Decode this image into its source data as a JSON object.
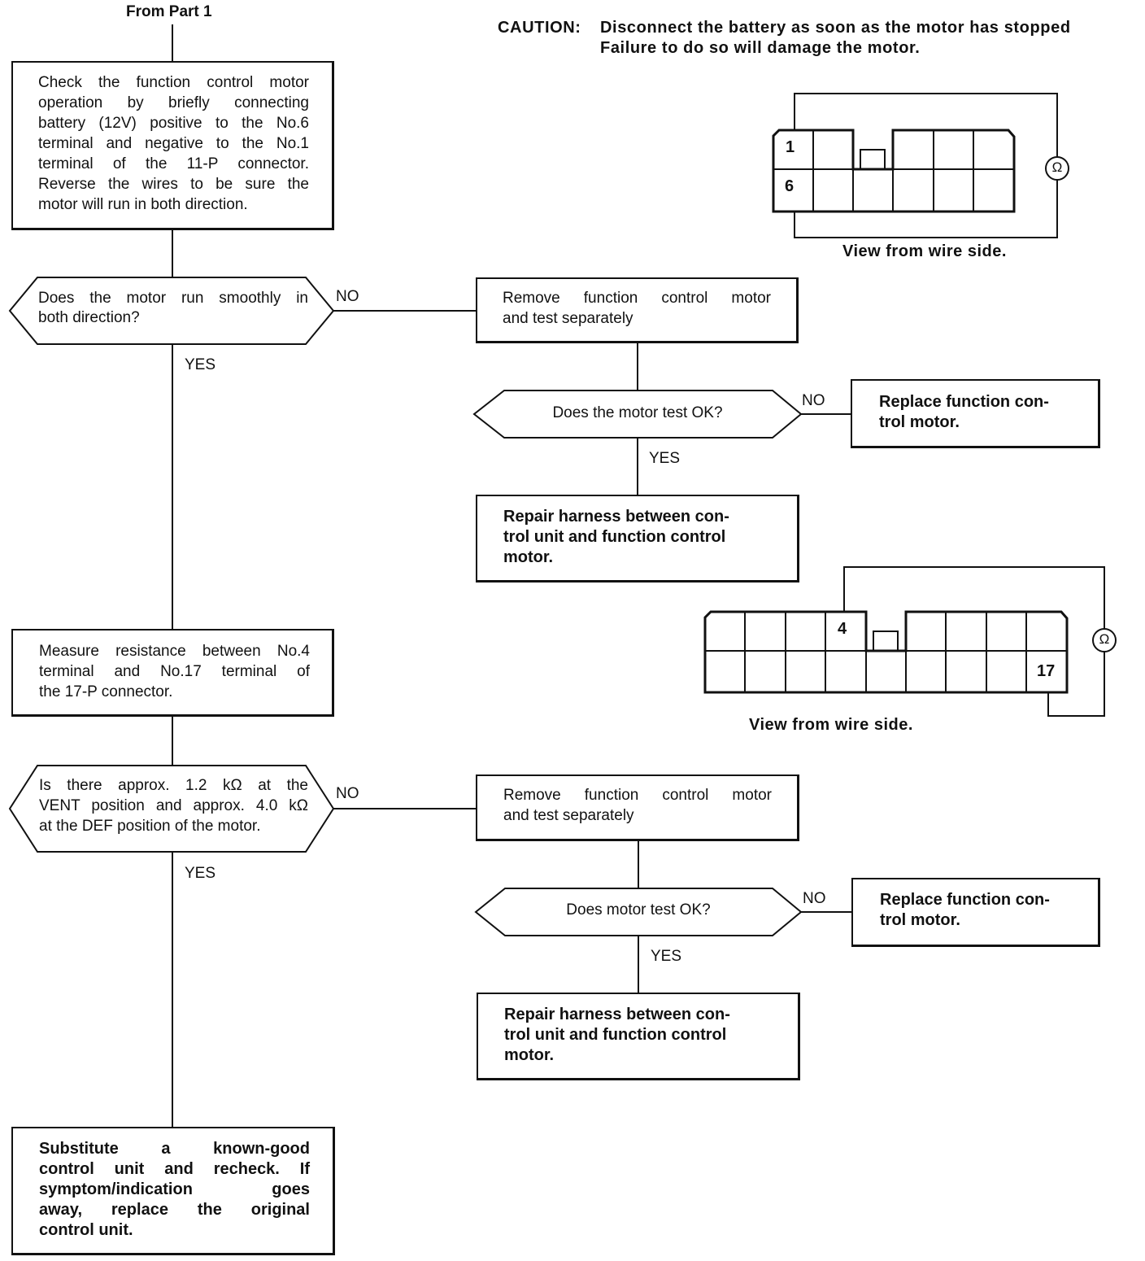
{
  "header": {
    "from_label": "From Part 1"
  },
  "caution": {
    "prefix": "CAUTION:",
    "line1": "Disconnect the battery as soon as the motor has stopped",
    "line2": "Failure to do so will damage the motor."
  },
  "steps": {
    "check_operation": [
      "Check the function control motor",
      "operation by briefly connecting",
      "battery (12V) positive to the No.6",
      "terminal and negative to the No.1",
      "terminal of the 11-P connector.",
      "Reverse the wires to be sure the",
      "motor will run in both direction."
    ],
    "runs_smoothly_q": [
      "Does the motor run smoothly in",
      "both direction?"
    ],
    "remove_test_1": [
      "Remove function control motor",
      "and test separately"
    ],
    "motor_test_ok_q1": "Does the motor test OK?",
    "replace_1": [
      "Replace function con-",
      "trol motor."
    ],
    "repair_1": [
      "Repair harness between con-",
      "trol unit and function control",
      "motor."
    ],
    "measure": [
      "Measure resistance between No.4",
      "terminal and No.17 terminal of",
      "the 17-P connector."
    ],
    "resistance_q": [
      "Is there approx. 1.2 kΩ at the",
      "VENT position and approx. 4.0 kΩ",
      "at the DEF position of the motor."
    ],
    "remove_test_2": [
      "Remove function control motor",
      "and test separately"
    ],
    "motor_test_ok_q2": "Does motor test OK?",
    "replace_2": [
      "Replace function con-",
      "trol motor."
    ],
    "repair_2": [
      "Repair harness between con-",
      "trol unit and function control",
      "motor."
    ],
    "substitute": [
      "Substitute a known-good",
      "control unit and recheck. If",
      "symptom/indication goes",
      "away, replace the original",
      "control unit."
    ]
  },
  "branch_labels": {
    "yes": "YES",
    "no": "NO"
  },
  "connector_11p": {
    "pin_a": "1",
    "pin_b": "6",
    "meter_symbol": "Ω",
    "caption": "View from wire side."
  },
  "connector_17p": {
    "pin_a": "4",
    "pin_b": "17",
    "meter_symbol": "Ω",
    "caption": "View from wire side."
  }
}
